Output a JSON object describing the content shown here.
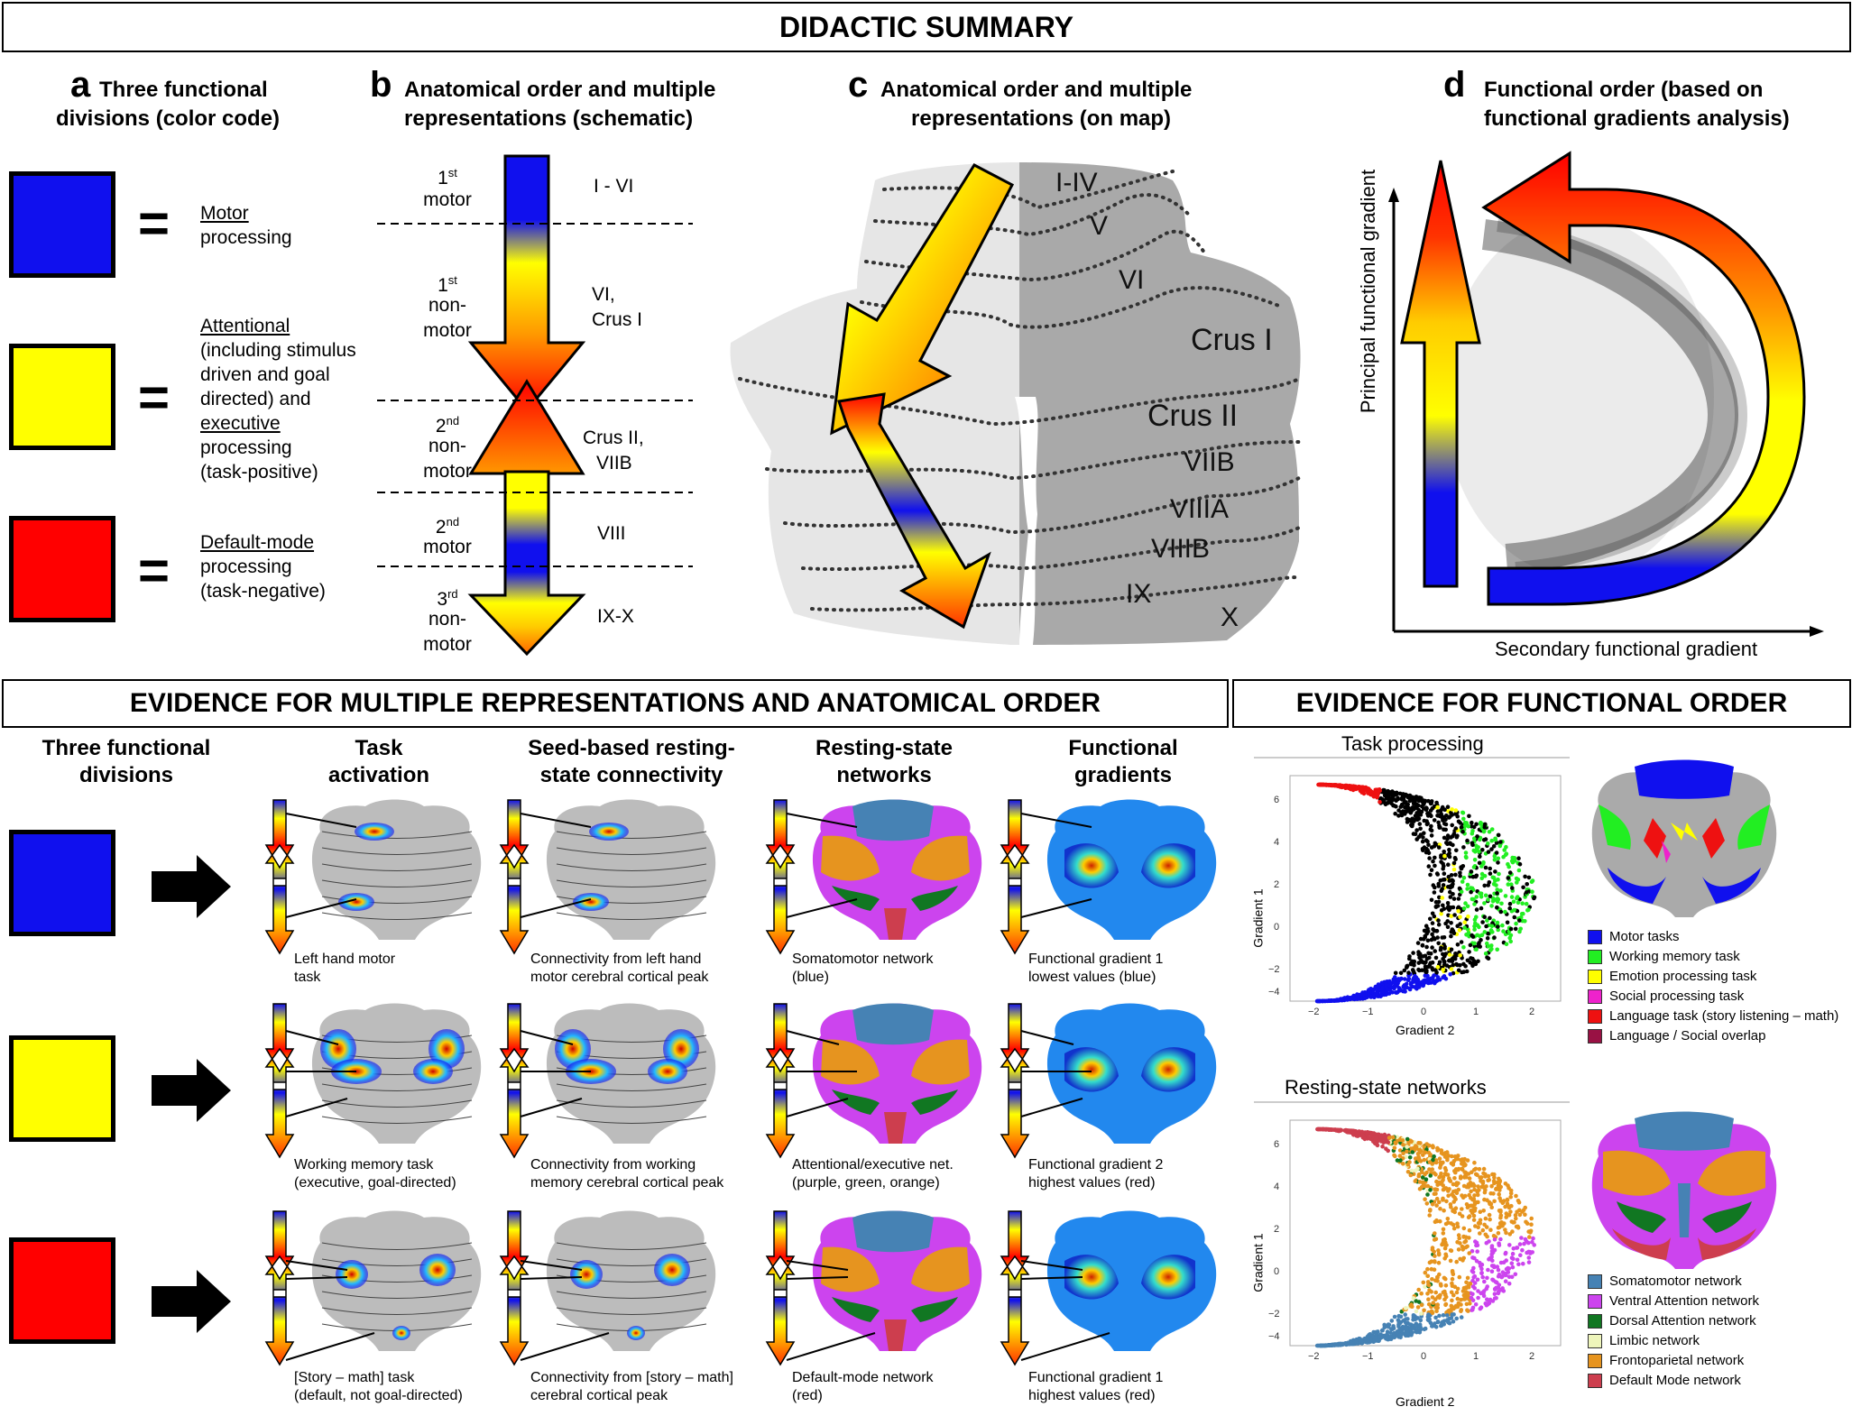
{
  "didactic_title": "DIDACTIC SUMMARY",
  "panel_a": {
    "letter": "a",
    "title_line1": "Three functional",
    "title_line2": "divisions (color code)",
    "eq_sign": "=",
    "motor": {
      "title": "Motor",
      "rest": "processing",
      "color": "#1010ee"
    },
    "attentional": {
      "title": "Attentional",
      "line2": "(including stimulus",
      "line3": "driven and goal",
      "line4": "directed) and",
      "exec": "executive",
      "line6": "processing",
      "line7": "(task-positive)",
      "color": "#ffff00"
    },
    "default": {
      "title": "Default-mode",
      "line2": "processing",
      "line3": "(task-negative)",
      "color": "#ff0000"
    }
  },
  "panel_b": {
    "letter": "b",
    "title_line1": "Anatomical order and multiple",
    "title_line2": "representations (schematic)",
    "rows": [
      {
        "num": "1",
        "sup": "st",
        "l2": "motor",
        "l3": "",
        "region": "I - VI",
        "region2": ""
      },
      {
        "num": "1",
        "sup": "st",
        "l2": "non-",
        "l3": "motor",
        "region": "VI,",
        "region2": "Crus I"
      },
      {
        "num": "2",
        "sup": "nd",
        "l2": "non-",
        "l3": "motor",
        "region": "Crus II,",
        "region2": "VIIB"
      },
      {
        "num": "2",
        "sup": "nd",
        "l2": "motor",
        "l3": "",
        "region": "VIII",
        "region2": ""
      },
      {
        "num": "3",
        "sup": "rd",
        "l2": "non-",
        "l3": "motor",
        "region": "IX-X",
        "region2": ""
      }
    ]
  },
  "panel_c": {
    "letter": "c",
    "title_line1": "Anatomical order and multiple",
    "title_line2": "representations (on map)",
    "labels": [
      "I-IV",
      "V",
      "VI",
      "Crus I",
      "Crus II",
      "VIIB",
      "VIIIA",
      "VIIIB",
      "IX",
      "X"
    ]
  },
  "panel_d": {
    "letter": "d",
    "title_line1": "Functional order (based on",
    "title_line2": "functional gradients analysis)",
    "y_label": "Principal functional gradient",
    "x_label": "Secondary functional gradient"
  },
  "evidence_left_title": "EVIDENCE FOR MULTIPLE REPRESENTATIONS AND ANATOMICAL ORDER",
  "evidence_right_title": "EVIDENCE FOR FUNCTIONAL ORDER",
  "columns": {
    "c1a": "Three functional",
    "c1b": "divisions",
    "c2a": "Task",
    "c2b": "activation",
    "c3a": "Seed-based resting-",
    "c3b": "state connectivity",
    "c4a": "Resting-state",
    "c4b": "networks",
    "c5a": "Functional",
    "c5b": "gradients"
  },
  "captions": [
    [
      "Left hand motor",
      "task",
      "Connectivity from left hand",
      "motor cerebral cortical peak",
      "Somatomotor network",
      "(blue)",
      "Functional gradient 1",
      "lowest values (blue)"
    ],
    [
      "Working memory task",
      "(executive, goal-directed)",
      "Connectivity from working",
      "memory cerebral cortical peak",
      "Attentional/executive net.",
      "(purple, green, orange)",
      "Functional gradient 2",
      "highest values (red)"
    ],
    [
      "[Story – math] task",
      "(default, not goal-directed)",
      "Connectivity from [story – math]",
      "cerebral cortical peak",
      "Default-mode network",
      "(red)",
      "Functional gradient 1",
      "highest values (red)"
    ]
  ],
  "task_plot": {
    "title": "Task processing",
    "ylabel": "Gradient 1",
    "xlabel": "Gradient 2",
    "xticks": [
      "−2",
      "−1",
      "0",
      "1",
      "2"
    ],
    "yticks": [
      "6",
      "4",
      "2",
      "0",
      "−2",
      "−4"
    ],
    "legend": [
      {
        "label": "Motor tasks",
        "color": "#1010ee"
      },
      {
        "label": "Working memory task",
        "color": "#22ee22"
      },
      {
        "label": "Emotion processing task",
        "color": "#ffff00"
      },
      {
        "label": "Social processing task",
        "color": "#ee22cc"
      },
      {
        "label": "Language task (story listening – math)",
        "color": "#ee1111"
      },
      {
        "label": "Language / Social overlap",
        "color": "#991144"
      }
    ]
  },
  "rsn_plot": {
    "title": "Resting-state networks",
    "ylabel": "Gradient 1",
    "xlabel": "Gradient 2",
    "xticks": [
      "−2",
      "−1",
      "0",
      "1",
      "2"
    ],
    "yticks": [
      "6",
      "4",
      "2",
      "0",
      "−2",
      "−4"
    ],
    "legend": [
      {
        "label": "Somatomotor network",
        "color": "#4682b4"
      },
      {
        "label": "Ventral Attention network",
        "color": "#cc44ee"
      },
      {
        "label": "Dorsal Attention network",
        "color": "#117722"
      },
      {
        "label": "Limbic network",
        "color": "#eef5bb"
      },
      {
        "label": "Frontoparietal network",
        "color": "#e6941f"
      },
      {
        "label": "Default Mode network",
        "color": "#cd3e4e"
      }
    ]
  }
}
